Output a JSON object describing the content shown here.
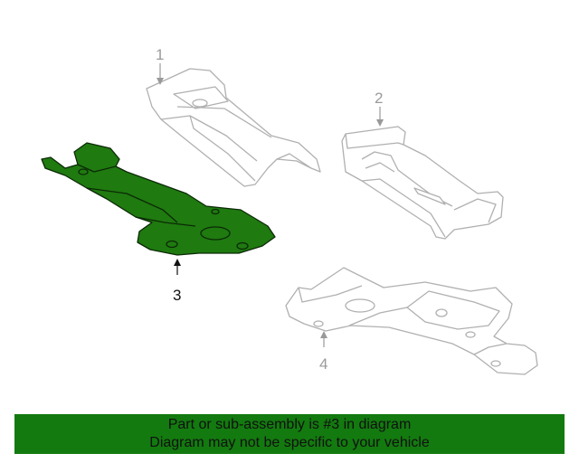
{
  "callouts": [
    {
      "id": "1",
      "label": "1",
      "highlighted": false
    },
    {
      "id": "2",
      "label": "2",
      "highlighted": false
    },
    {
      "id": "3",
      "label": "3",
      "highlighted": true
    },
    {
      "id": "4",
      "label": "4",
      "highlighted": false
    }
  ],
  "banner": {
    "line1": "Part or sub-assembly is #3 in diagram",
    "line2": "Diagram may not be specific to your vehicle"
  },
  "colors": {
    "highlight_fill": "#1f7a10",
    "outline_gray": "#b0b0b0",
    "banner_bg": "#137a0f"
  }
}
